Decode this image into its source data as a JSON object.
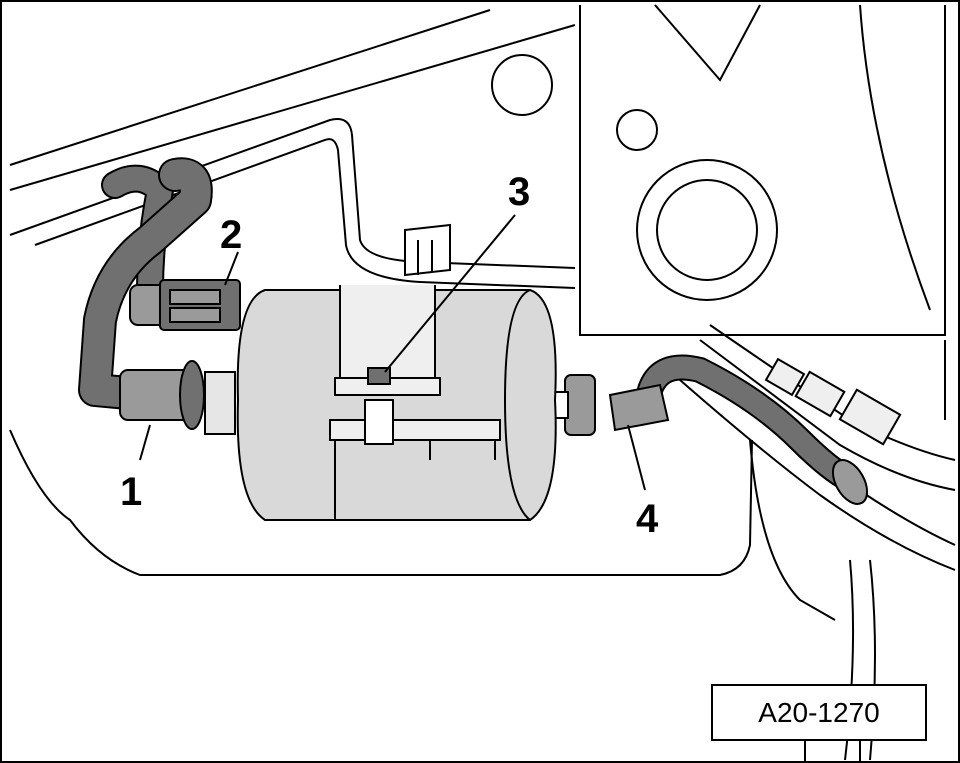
{
  "figure": {
    "figure_id": "A20-1270",
    "callouts": {
      "c1": "1",
      "c2": "2",
      "c3": "3",
      "c4": "4"
    }
  },
  "colors": {
    "line": "#000000",
    "background": "#ffffff",
    "filter_body": "#d9d9d9",
    "hose_dark": "#707070",
    "hose_mid": "#9a9a9a",
    "highlight": "#efefef"
  }
}
